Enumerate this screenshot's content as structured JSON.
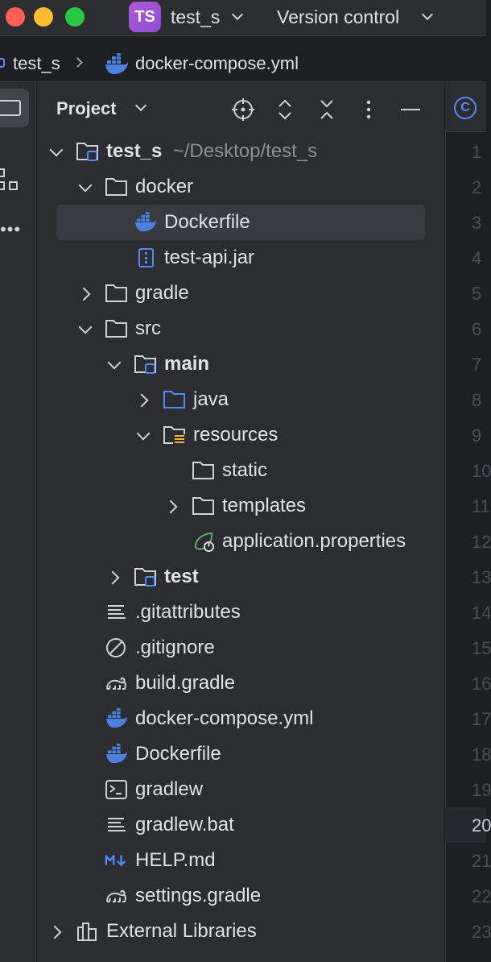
{
  "titlebar": {
    "project_badge": "TS",
    "project_name": "test_s",
    "version_control": "Version control"
  },
  "breadcrumb": {
    "items": [
      "test_s",
      "docker-compose.yml"
    ]
  },
  "panel": {
    "title": "Project",
    "header_icons": [
      "locate-icon",
      "expand-all-icon",
      "collapse-all-icon",
      "more-options-icon",
      "hide-icon"
    ]
  },
  "tree": {
    "root_label": "test_s",
    "root_path": "~/Desktop/test_s",
    "docker": "docker",
    "docker_dockerfile": "Dockerfile",
    "test_api_jar": "test-api.jar",
    "gradle": "gradle",
    "src": "src",
    "main": "main",
    "java": "java",
    "resources": "resources",
    "static": "static",
    "templates": "templates",
    "application_properties": "application.properties",
    "test": "test",
    "gitattributes": ".gitattributes",
    "gitignore": ".gitignore",
    "build_gradle": "build.gradle",
    "docker_compose": "docker-compose.yml",
    "dockerfile": "Dockerfile",
    "gradlew": "gradlew",
    "gradlew_bat": "gradlew.bat",
    "help_md": "HELP.md",
    "settings_gradle": "settings.gradle",
    "external_libraries": "External Libraries"
  },
  "gutter": {
    "line_numbers": [
      "1",
      "2",
      "3",
      "4",
      "5",
      "6",
      "7",
      "8",
      "9",
      "10",
      "11",
      "12",
      "13",
      "14",
      "15",
      "16",
      "17",
      "18",
      "19",
      "20",
      "21",
      "22",
      "23"
    ],
    "current_line": "20"
  },
  "colors": {
    "accent": "#548af7",
    "docker_blue": "#4d7fe0",
    "spring_green": "#6aab73"
  }
}
